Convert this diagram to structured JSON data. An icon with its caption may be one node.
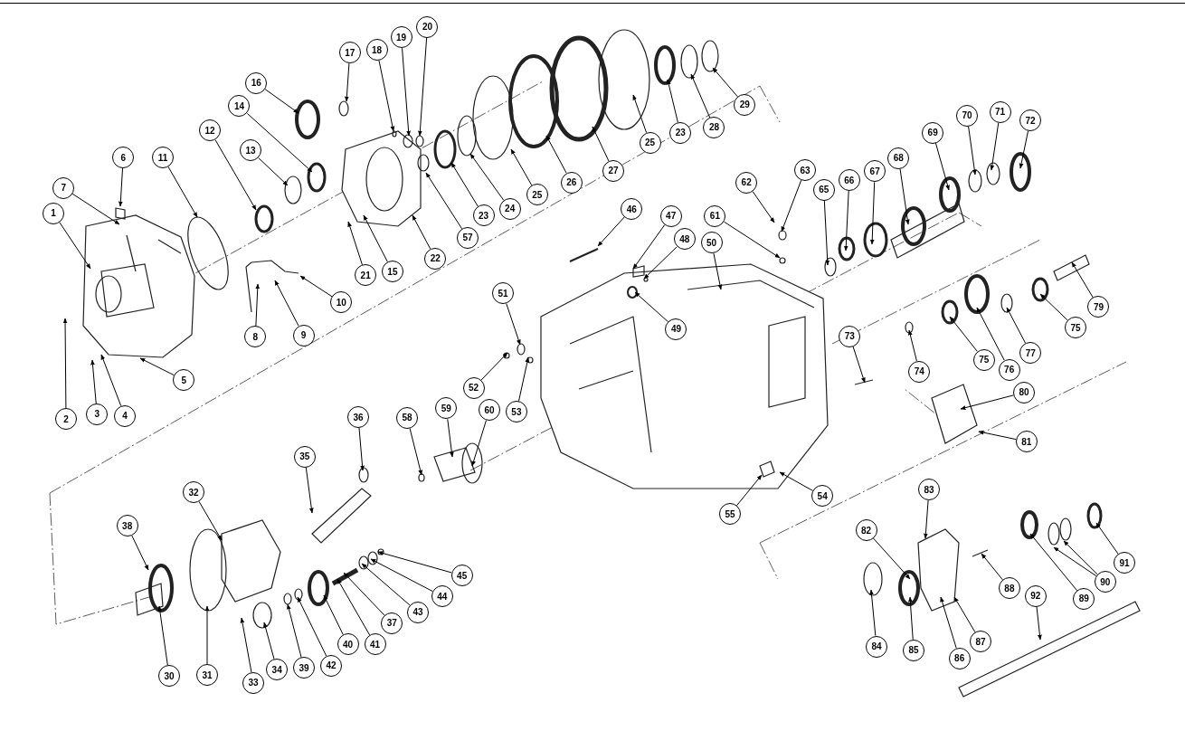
{
  "diagram": {
    "nodes": [
      {
        "text": [
          "1"
        ]
      },
      {
        "text": [
          "2"
        ]
      },
      {
        "text": [
          "3"
        ]
      },
      {
        "text": [
          "4"
        ]
      },
      {
        "text": [
          "5"
        ]
      },
      {
        "text": [
          "6"
        ]
      },
      {
        "text": [
          "7"
        ]
      },
      {
        "text": [
          "8"
        ]
      },
      {
        "text": [
          "9"
        ]
      },
      {
        "text": [
          "10"
        ]
      },
      {
        "text": [
          "11"
        ]
      },
      {
        "text": [
          "12"
        ]
      },
      {
        "text": [
          "13"
        ]
      },
      {
        "text": [
          "14"
        ]
      },
      {
        "text": [
          "15"
        ]
      },
      {
        "text": [
          "16"
        ]
      },
      {
        "text": [
          "17"
        ]
      },
      {
        "text": [
          "18"
        ]
      },
      {
        "text": [
          "19"
        ]
      },
      {
        "text": [
          "20"
        ]
      },
      {
        "text": [
          "21"
        ]
      },
      {
        "text": [
          "22"
        ]
      },
      {
        "text": [
          "23"
        ]
      },
      {
        "text": [
          "24"
        ]
      },
      {
        "text": [
          "25"
        ]
      },
      {
        "text": [
          "26"
        ]
      },
      {
        "text": [
          "27"
        ]
      },
      {
        "text": [
          "25"
        ]
      },
      {
        "text": [
          "23"
        ]
      },
      {
        "text": [
          "28"
        ]
      },
      {
        "text": [
          "29"
        ]
      },
      {
        "text": [
          "30"
        ]
      },
      {
        "text": [
          "31"
        ]
      },
      {
        "text": [
          "32"
        ]
      },
      {
        "text": [
          "33"
        ]
      },
      {
        "text": [
          "34"
        ]
      },
      {
        "text": [
          "35"
        ]
      },
      {
        "text": [
          "36"
        ]
      },
      {
        "text": [
          "37"
        ]
      },
      {
        "text": [
          "38"
        ]
      },
      {
        "text": [
          "39"
        ]
      },
      {
        "text": [
          "40"
        ]
      },
      {
        "text": [
          "41"
        ]
      },
      {
        "text": [
          "42"
        ]
      },
      {
        "text": [
          "43"
        ]
      },
      {
        "text": [
          "44"
        ]
      },
      {
        "text": [
          "45"
        ]
      },
      {
        "text": [
          "46"
        ]
      },
      {
        "text": [
          "47"
        ]
      },
      {
        "text": [
          "48"
        ]
      },
      {
        "text": [
          "49"
        ]
      },
      {
        "text": [
          "50"
        ]
      },
      {
        "text": [
          "51"
        ]
      },
      {
        "text": [
          "52"
        ]
      },
      {
        "text": [
          "53"
        ]
      },
      {
        "text": [
          "54"
        ]
      },
      {
        "text": [
          "55"
        ]
      },
      {
        "text": [
          "57"
        ]
      },
      {
        "text": [
          "58"
        ]
      },
      {
        "text": [
          "59"
        ]
      },
      {
        "text": [
          "60"
        ]
      },
      {
        "text": [
          "61"
        ]
      },
      {
        "text": [
          "62"
        ]
      },
      {
        "text": [
          "63"
        ]
      },
      {
        "text": [
          "65"
        ]
      },
      {
        "text": [
          "66"
        ]
      },
      {
        "text": [
          "67"
        ]
      },
      {
        "text": [
          "68"
        ]
      },
      {
        "text": [
          "69"
        ]
      },
      {
        "text": [
          "70"
        ]
      },
      {
        "text": [
          "71"
        ]
      },
      {
        "text": [
          "72"
        ]
      },
      {
        "text": [
          "73"
        ]
      },
      {
        "text": [
          "74"
        ]
      },
      {
        "text": [
          "75"
        ]
      },
      {
        "text": [
          "76"
        ]
      },
      {
        "text": [
          "77"
        ]
      },
      {
        "text": [
          "75"
        ]
      },
      {
        "text": [
          "79"
        ]
      },
      {
        "text": [
          "80"
        ]
      },
      {
        "text": [
          "81"
        ]
      },
      {
        "text": [
          "82"
        ]
      },
      {
        "text": [
          "83"
        ]
      },
      {
        "text": [
          "84"
        ]
      },
      {
        "text": [
          "85"
        ]
      },
      {
        "text": [
          "86"
        ]
      },
      {
        "text": [
          "87"
        ]
      },
      {
        "text": [
          "88"
        ]
      },
      {
        "text": [
          "89"
        ]
      },
      {
        "text": [
          "90"
        ]
      },
      {
        "text": [
          "91"
        ]
      },
      {
        "text": [
          "92"
        ]
      }
    ],
    "edges": [
      {
        "from": 0,
        "to": null,
        "arrow": "to"
      },
      {
        "from": 1,
        "to": null,
        "arrow": "to"
      },
      {
        "from": 2,
        "to": null,
        "arrow": "to"
      },
      {
        "from": 3,
        "to": null,
        "arrow": "to"
      },
      {
        "from": 4,
        "to": null,
        "arrow": "to"
      },
      {
        "from": 5,
        "to": null,
        "arrow": "to"
      },
      {
        "from": 6,
        "to": null,
        "arrow": "to"
      },
      {
        "from": 7,
        "to": null,
        "arrow": "to"
      },
      {
        "from": 8,
        "to": null,
        "arrow": "to"
      },
      {
        "from": 9,
        "to": null,
        "arrow": "to"
      },
      {
        "from": 10,
        "to": null,
        "arrow": "to"
      },
      {
        "from": 11,
        "to": null,
        "arrow": "to"
      },
      {
        "from": 12,
        "to": null,
        "arrow": "to"
      },
      {
        "from": 13,
        "to": null,
        "arrow": "to"
      },
      {
        "from": 14,
        "to": null,
        "arrow": "to"
      },
      {
        "from": 15,
        "to": null,
        "arrow": "to"
      },
      {
        "from": 16,
        "to": null,
        "arrow": "to"
      },
      {
        "from": 17,
        "to": null,
        "arrow": "to"
      },
      {
        "from": 18,
        "to": null,
        "arrow": "to"
      },
      {
        "from": 19,
        "to": null,
        "arrow": "to"
      },
      {
        "from": 20,
        "to": null,
        "arrow": "to"
      },
      {
        "from": 21,
        "to": null,
        "arrow": "to"
      },
      {
        "from": 22,
        "to": null,
        "arrow": "to"
      },
      {
        "from": 23,
        "to": null,
        "arrow": "to"
      },
      {
        "from": 24,
        "to": null,
        "arrow": "to"
      },
      {
        "from": 25,
        "to": null,
        "arrow": "to"
      },
      {
        "from": 26,
        "to": null,
        "arrow": "to"
      },
      {
        "from": 27,
        "to": null,
        "arrow": "to"
      },
      {
        "from": 28,
        "to": null,
        "arrow": "to"
      },
      {
        "from": 29,
        "to": null,
        "arrow": "to"
      },
      {
        "from": 30,
        "to": null,
        "arrow": "to"
      },
      {
        "from": 31,
        "to": null,
        "arrow": "to"
      },
      {
        "from": 32,
        "to": null,
        "arrow": "to"
      },
      {
        "from": 33,
        "to": null,
        "arrow": "to"
      },
      {
        "from": 34,
        "to": null,
        "arrow": "to"
      },
      {
        "from": 35,
        "to": null,
        "arrow": "to"
      },
      {
        "from": 36,
        "to": null,
        "arrow": "to"
      },
      {
        "from": 37,
        "to": null,
        "arrow": "to"
      },
      {
        "from": 38,
        "to": null,
        "arrow": "to"
      },
      {
        "from": 39,
        "to": null,
        "arrow": "to"
      },
      {
        "from": 40,
        "to": null,
        "arrow": "to"
      },
      {
        "from": 41,
        "to": null,
        "arrow": "to"
      },
      {
        "from": 42,
        "to": null,
        "arrow": "to"
      },
      {
        "from": 43,
        "to": null,
        "arrow": "to"
      },
      {
        "from": 44,
        "to": null,
        "arrow": "to"
      },
      {
        "from": 45,
        "to": null,
        "arrow": "to"
      },
      {
        "from": 46,
        "to": null,
        "arrow": "to"
      },
      {
        "from": 47,
        "to": null,
        "arrow": "to"
      },
      {
        "from": 48,
        "to": null,
        "arrow": "to"
      },
      {
        "from": 49,
        "to": null,
        "arrow": "to"
      },
      {
        "from": 50,
        "to": null,
        "arrow": "to"
      },
      {
        "from": 51,
        "to": null,
        "arrow": "to"
      },
      {
        "from": 52,
        "to": null,
        "arrow": "to"
      },
      {
        "from": 53,
        "to": null,
        "arrow": "to"
      },
      {
        "from": 54,
        "to": null,
        "arrow": "to"
      },
      {
        "from": 55,
        "to": null,
        "arrow": "to"
      },
      {
        "from": 56,
        "to": null,
        "arrow": "to"
      },
      {
        "from": 57,
        "to": null,
        "arrow": "to"
      },
      {
        "from": 58,
        "to": null,
        "arrow": "to"
      },
      {
        "from": 59,
        "to": null,
        "arrow": "to"
      },
      {
        "from": 60,
        "to": null,
        "arrow": "to"
      },
      {
        "from": 61,
        "to": null,
        "arrow": "to"
      },
      {
        "from": 62,
        "to": null,
        "arrow": "to"
      },
      {
        "from": 63,
        "to": null,
        "arrow": "to"
      },
      {
        "from": 64,
        "to": null,
        "arrow": "to"
      },
      {
        "from": 65,
        "to": null,
        "arrow": "to"
      },
      {
        "from": 66,
        "to": null,
        "arrow": "to"
      },
      {
        "from": 67,
        "to": null,
        "arrow": "to"
      },
      {
        "from": 68,
        "to": null,
        "arrow": "to"
      },
      {
        "from": 69,
        "to": null,
        "arrow": "to"
      },
      {
        "from": 70,
        "to": null,
        "arrow": "to"
      },
      {
        "from": 71,
        "to": null,
        "arrow": "to"
      },
      {
        "from": 72,
        "to": null,
        "arrow": "to"
      },
      {
        "from": 73,
        "to": null,
        "arrow": "to"
      },
      {
        "from": 74,
        "to": null,
        "arrow": "to"
      },
      {
        "from": 75,
        "to": null,
        "arrow": "to"
      },
      {
        "from": 76,
        "to": null,
        "arrow": "to"
      },
      {
        "from": 77,
        "to": null,
        "arrow": "to"
      },
      {
        "from": 78,
        "to": null,
        "arrow": "to"
      },
      {
        "from": 79,
        "to": null,
        "arrow": "to"
      },
      {
        "from": 80,
        "to": null,
        "arrow": "to"
      },
      {
        "from": 81,
        "to": null,
        "arrow": "to"
      },
      {
        "from": 82,
        "to": null,
        "arrow": "to"
      },
      {
        "from": 83,
        "to": null,
        "arrow": "to"
      },
      {
        "from": 84,
        "to": null,
        "arrow": "to"
      },
      {
        "from": 85,
        "to": null,
        "arrow": "to"
      },
      {
        "from": 86,
        "to": null,
        "arrow": "to"
      },
      {
        "from": 87,
        "to": null,
        "arrow": "to"
      },
      {
        "from": 88,
        "to": null,
        "arrow": "to"
      },
      {
        "from": 89,
        "to": null,
        "arrow": "to"
      },
      {
        "from": 90,
        "to": null,
        "arrow": "to"
      },
      {
        "from": 91,
        "to": null,
        "arrow": "to"
      },
      {
        "from": 89,
        "to": null,
        "arrow": "to"
      }
    ]
  }
}
